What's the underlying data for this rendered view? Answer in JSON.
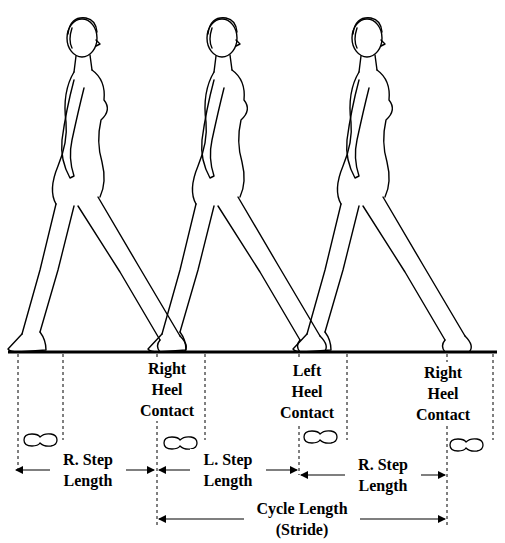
{
  "diagram": {
    "labels": [
      "Right Heel Contact",
      "Left Heel Contact",
      "Right Heel Contact",
      "R. Step Length",
      "L. Step Length",
      "R. Step Length",
      "Cycle Length (Stride)"
    ]
  }
}
